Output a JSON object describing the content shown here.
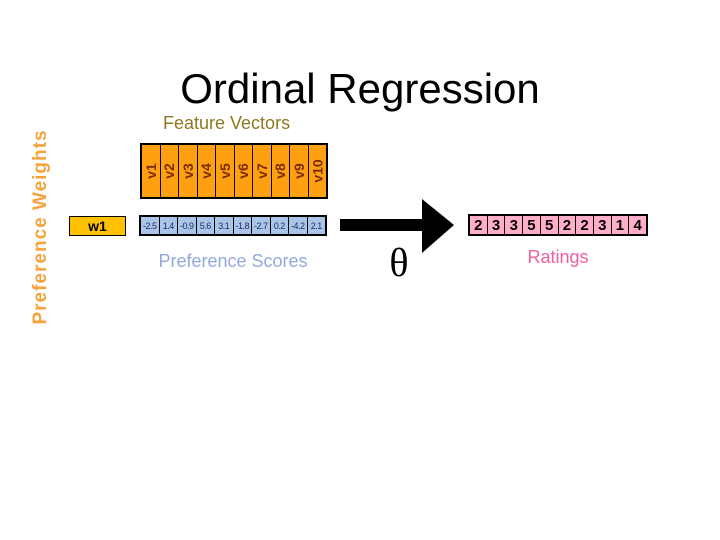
{
  "slide": {
    "title": "Ordinal Regression",
    "labels": {
      "feature_vectors": "Feature Vectors",
      "preference_weights": "Preference Weights",
      "preference_scores": "Preference Scores",
      "ratings": "Ratings",
      "weight_box": "w1",
      "theta": "θ"
    },
    "feature_vector_labels": [
      "v1",
      "v2",
      "v3",
      "v4",
      "v5",
      "v6",
      "v7",
      "v8",
      "v9",
      "v10"
    ],
    "preference_scores": [
      "-2.5",
      "1.4",
      "-0.9",
      "5.6",
      "3.1",
      "-1.8",
      "-2.7",
      "0.2",
      "-4.2",
      "2.1"
    ],
    "ratings": [
      "2",
      "3",
      "3",
      "5",
      "5",
      "2",
      "2",
      "3",
      "1",
      "4"
    ],
    "colors": {
      "vector_cell": "#FFA013",
      "vector_text": "#7C2D00",
      "weight_box": "#FFC000",
      "score_cell": "#A9C6EA",
      "rating_cell": "#FFADC8",
      "feature_vectors_label": "#8D7822",
      "preference_weights_label": "#F7A23B",
      "preference_scores_label": "#93A9DC",
      "ratings_label": "#F05FA0",
      "arrow": "#000000"
    }
  }
}
